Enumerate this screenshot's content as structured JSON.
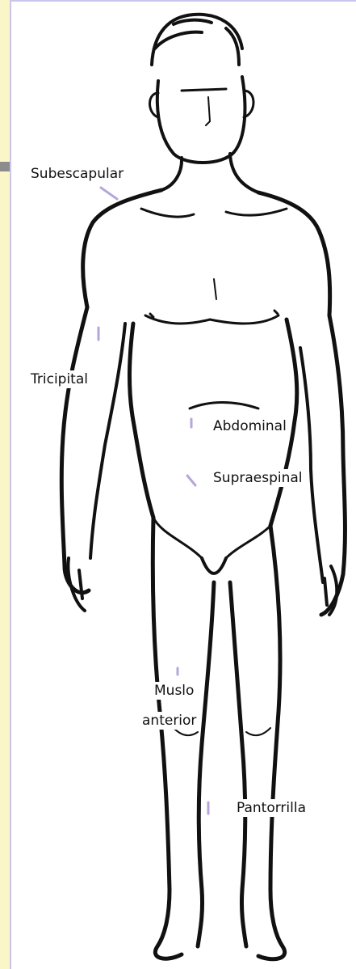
{
  "colors": {
    "background": "#fbf6c8",
    "frame_border": "#c9c6ee",
    "marker": "#b7a6d9",
    "ink": "#111111"
  },
  "labels": {
    "subescapular": "Subescapular",
    "tricipital": "Tricipital",
    "abdominal": "Abdominal",
    "supraespinal": "Supraespinal",
    "muslo_1": "Muslo",
    "muslo_2": "anterior",
    "pantorrilla": "Pantorrilla"
  }
}
